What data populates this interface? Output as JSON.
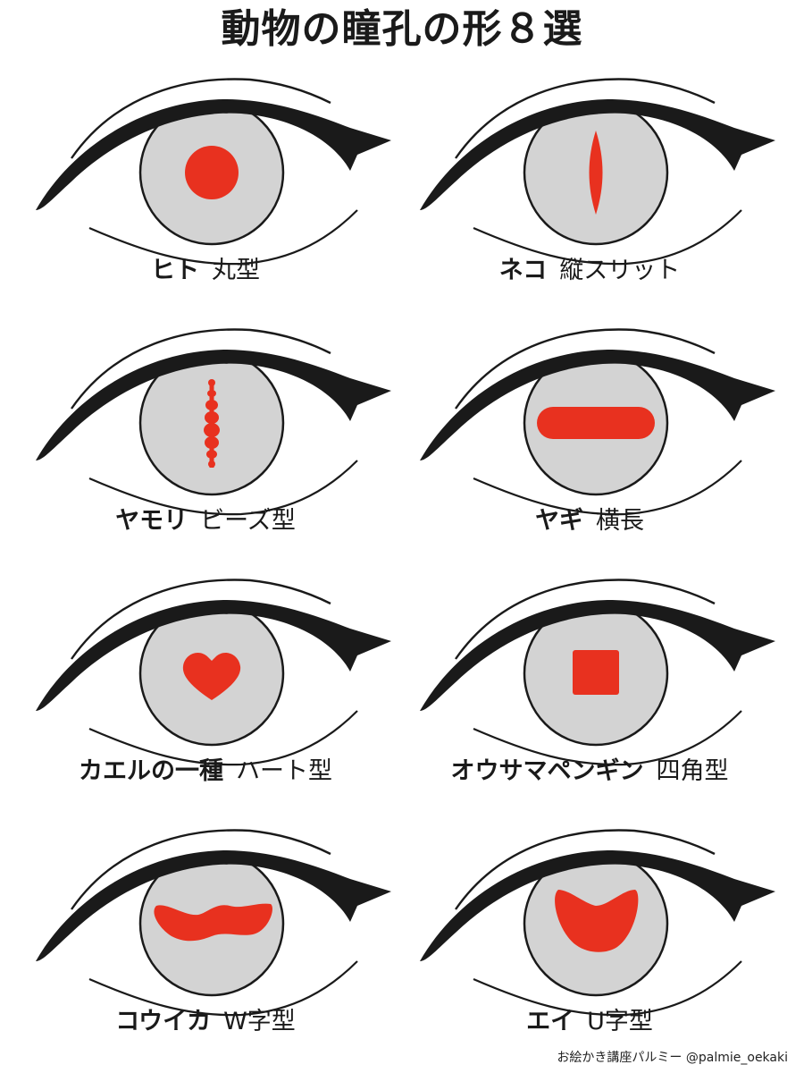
{
  "title": "動物の瞳孔の形８選",
  "colors": {
    "pupil": "#e8311f",
    "iris": "#d3d3d3",
    "outline": "#1a1a1a"
  },
  "cells": [
    {
      "animal": "ヒト",
      "shape": "丸型",
      "pupil": "round"
    },
    {
      "animal": "ネコ",
      "shape": "縦スリット",
      "pupil": "vertical-slit"
    },
    {
      "animal": "ヤモリ",
      "shape": "ビーズ型",
      "pupil": "beads"
    },
    {
      "animal": "ヤギ",
      "shape": "横長",
      "pupil": "horizontal"
    },
    {
      "animal": "カエルの一種",
      "shape": "ハート型",
      "pupil": "heart"
    },
    {
      "animal": "オウサマペンギン",
      "shape": "四角型",
      "pupil": "square"
    },
    {
      "animal": "コウイカ",
      "shape": "W字型",
      "pupil": "w-shape"
    },
    {
      "animal": "エイ",
      "shape": "U字型",
      "pupil": "u-shape"
    }
  ],
  "credit": "お絵かき講座パルミー @palmie_oekaki"
}
